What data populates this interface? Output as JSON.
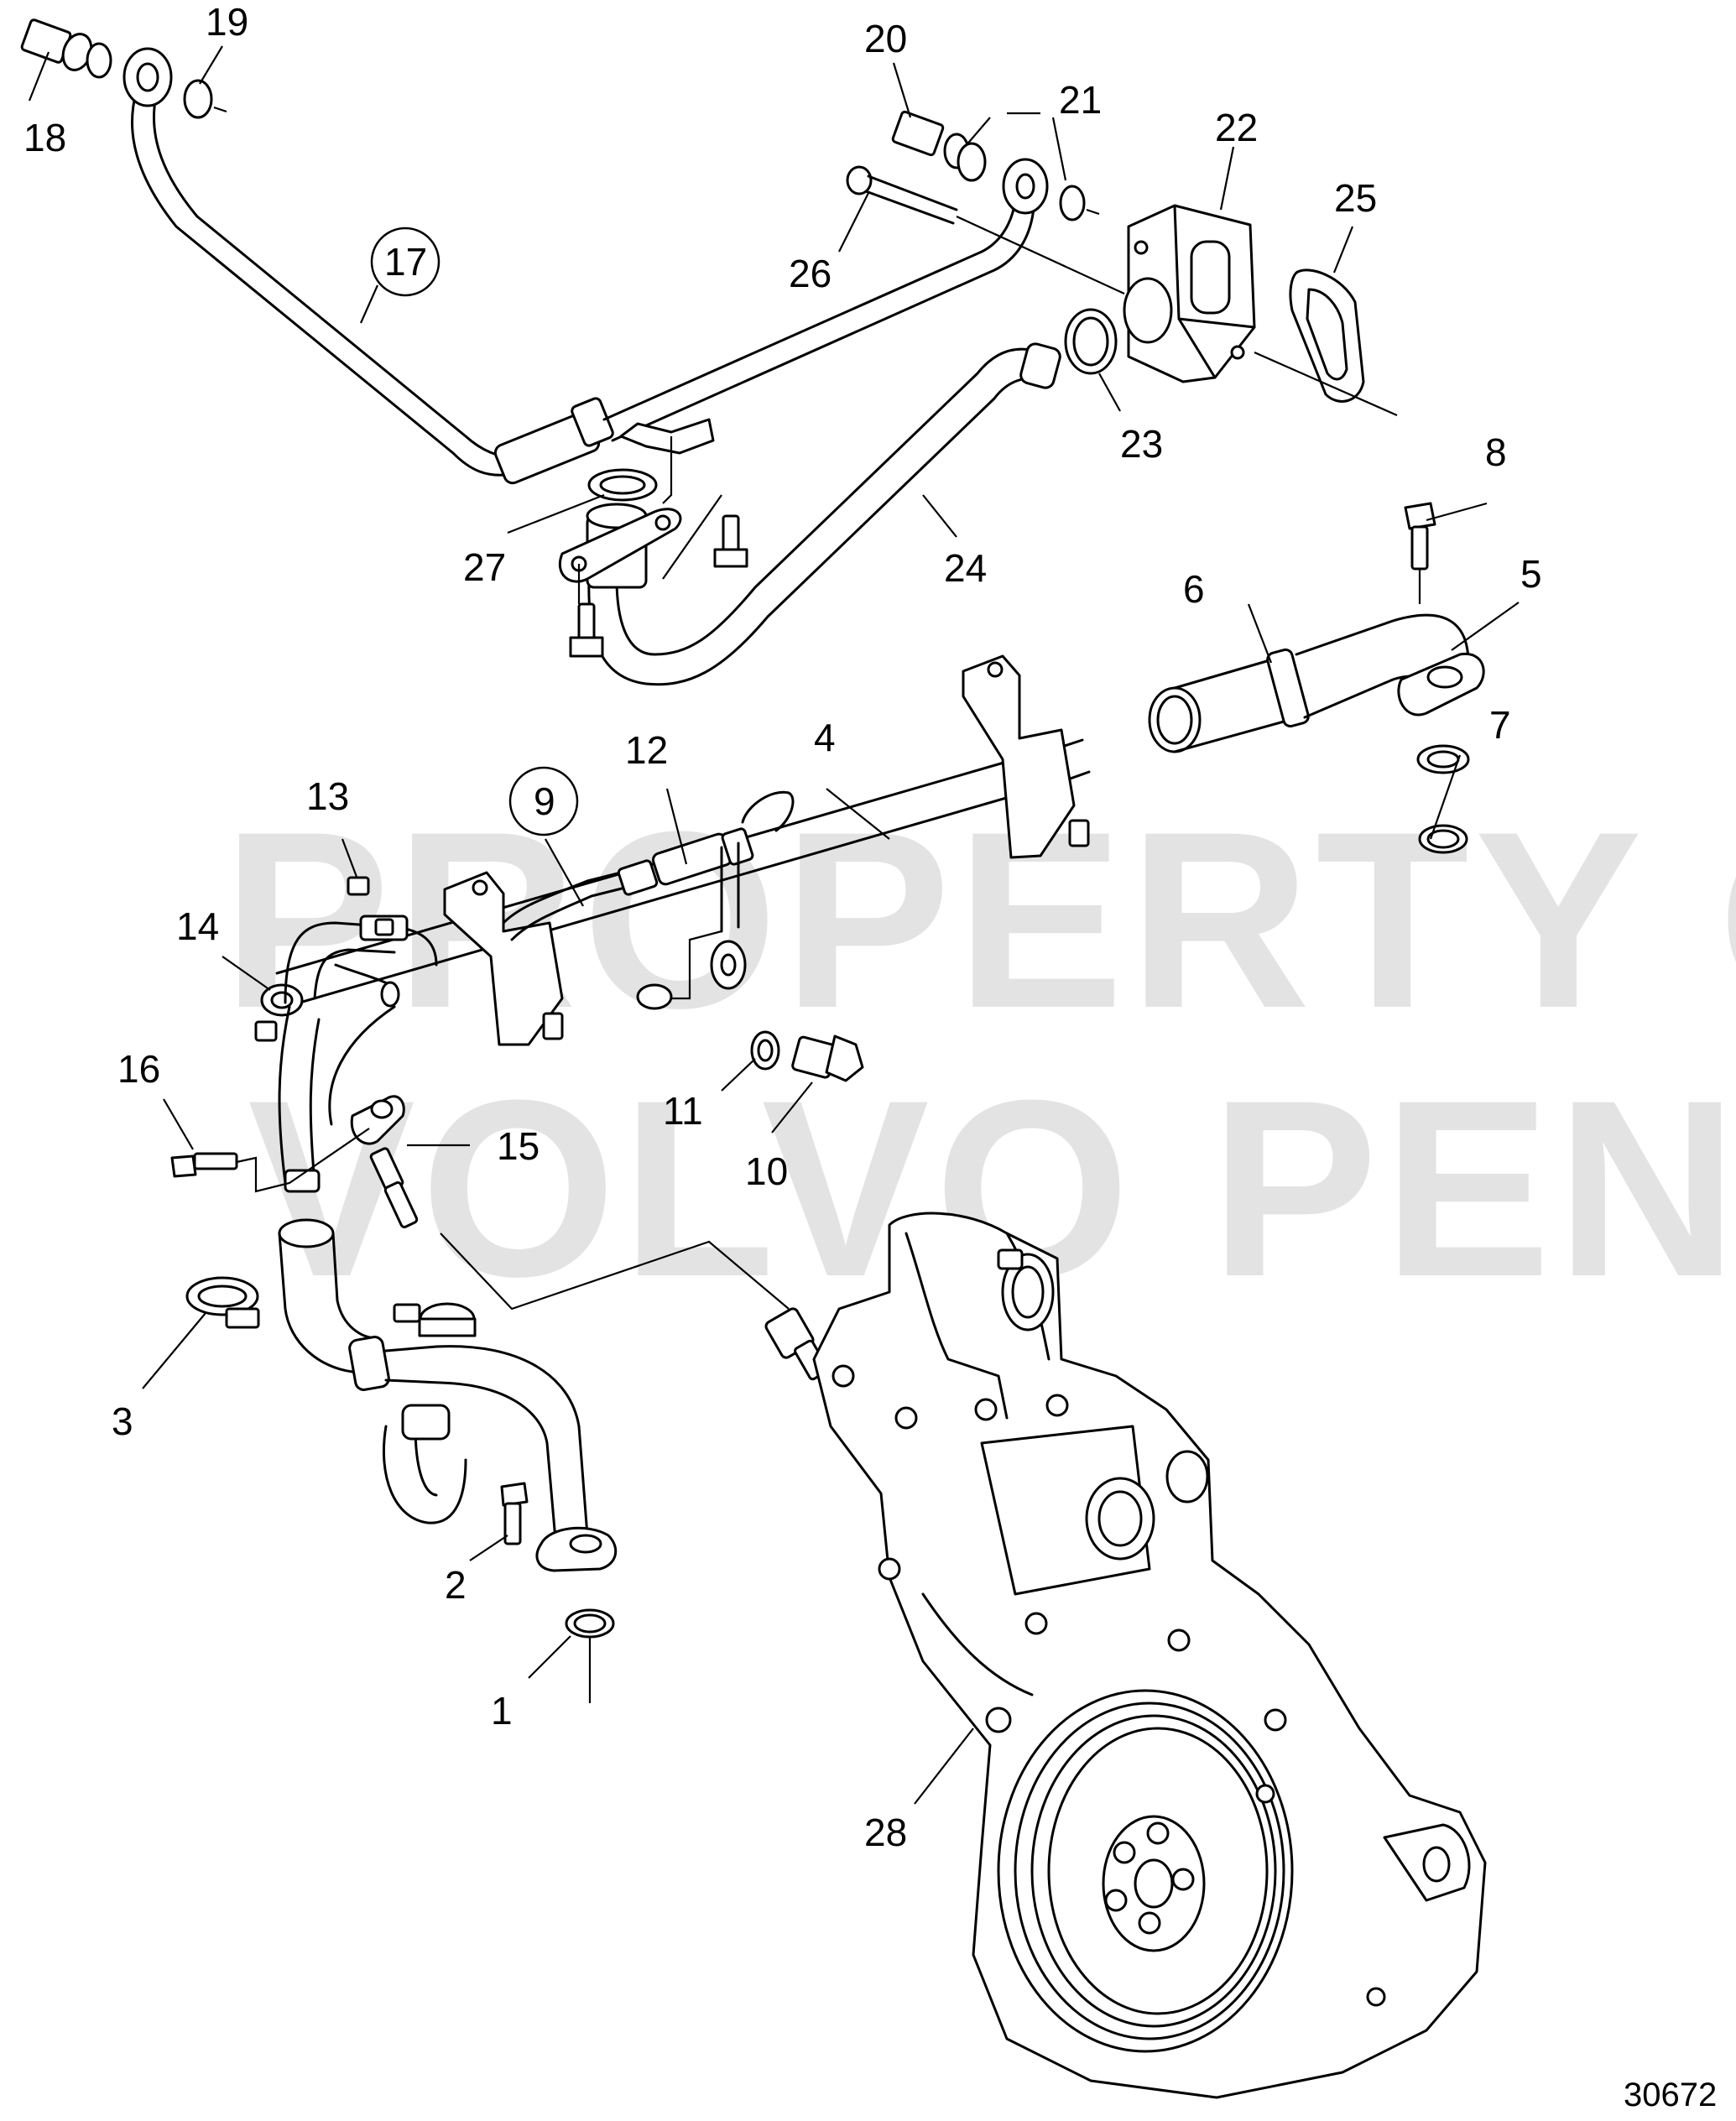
{
  "watermark": {
    "line1": "PROPERTY OF",
    "line2": "VOLVO PENTA"
  },
  "figure_number": "30672",
  "callouts": [
    {
      "id": "1",
      "text": "1",
      "circled": false
    },
    {
      "id": "2",
      "text": "2",
      "circled": false
    },
    {
      "id": "3",
      "text": "3",
      "circled": false
    },
    {
      "id": "4",
      "text": "4",
      "circled": false
    },
    {
      "id": "5",
      "text": "5",
      "circled": false
    },
    {
      "id": "6",
      "text": "6",
      "circled": false
    },
    {
      "id": "7",
      "text": "7",
      "circled": false
    },
    {
      "id": "8",
      "text": "8",
      "circled": false
    },
    {
      "id": "9",
      "text": "9",
      "circled": true
    },
    {
      "id": "10",
      "text": "10",
      "circled": false
    },
    {
      "id": "11",
      "text": "11",
      "circled": false
    },
    {
      "id": "12",
      "text": "12",
      "circled": false
    },
    {
      "id": "13",
      "text": "13",
      "circled": false
    },
    {
      "id": "14",
      "text": "14",
      "circled": false
    },
    {
      "id": "15",
      "text": "15",
      "circled": false
    },
    {
      "id": "16",
      "text": "16",
      "circled": false
    },
    {
      "id": "17",
      "text": "17",
      "circled": true
    },
    {
      "id": "18",
      "text": "18",
      "circled": false
    },
    {
      "id": "19",
      "text": "19",
      "circled": false
    },
    {
      "id": "20",
      "text": "20",
      "circled": false
    },
    {
      "id": "21",
      "text": "21",
      "circled": false
    },
    {
      "id": "22",
      "text": "22",
      "circled": false
    },
    {
      "id": "23",
      "text": "23",
      "circled": false
    },
    {
      "id": "24",
      "text": "24",
      "circled": false
    },
    {
      "id": "25",
      "text": "25",
      "circled": false
    },
    {
      "id": "26",
      "text": "26",
      "circled": false
    },
    {
      "id": "27",
      "text": "27",
      "circled": false
    },
    {
      "id": "28",
      "text": "28",
      "circled": false
    }
  ]
}
